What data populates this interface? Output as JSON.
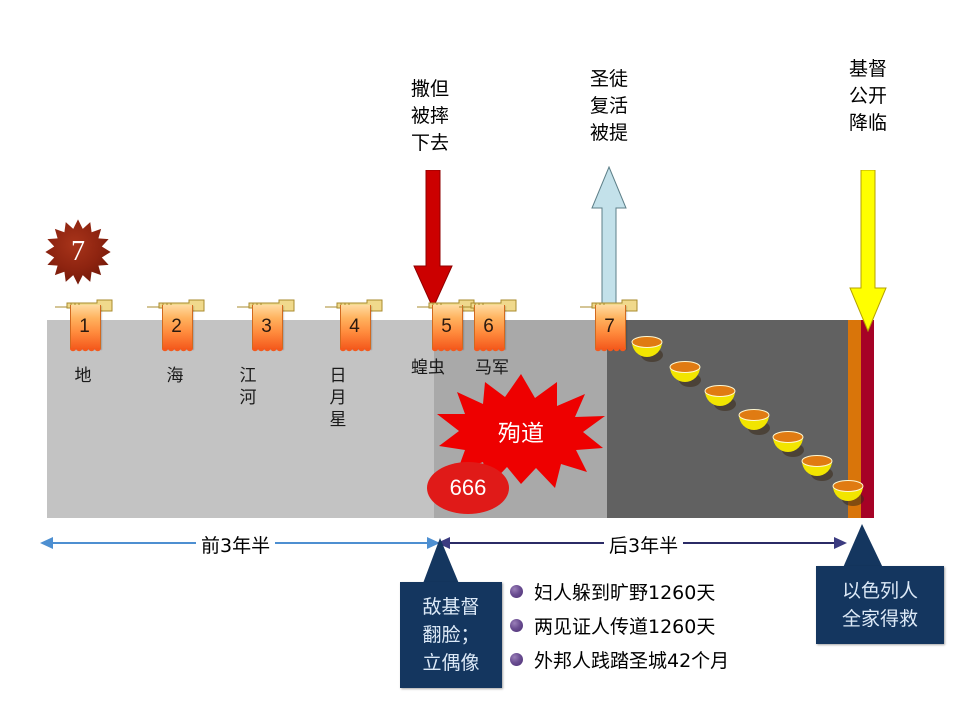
{
  "diagram": {
    "title_hidden": "",
    "burst7": {
      "label": "7"
    },
    "top_callouts": [
      {
        "name": "satan-cast-down",
        "lines": [
          "撒但",
          "被摔",
          "下去"
        ]
      },
      {
        "name": "saints-resurrection-rapture",
        "lines": [
          "圣徒",
          "复活",
          "被提"
        ]
      },
      {
        "name": "christ-public-coming",
        "lines": [
          "基督",
          "公开",
          "降临"
        ]
      }
    ],
    "trumpets": [
      {
        "num": "1",
        "label": "地"
      },
      {
        "num": "2",
        "label": "海"
      },
      {
        "num": "3",
        "label": "江河"
      },
      {
        "num": "4",
        "label": "日月星"
      },
      {
        "num": "5",
        "label": "蝗虫"
      },
      {
        "num": "6",
        "label": "马军"
      },
      {
        "num": "7",
        "label": ""
      }
    ],
    "martyr_burst": {
      "label": "殉道"
    },
    "beast_mark": {
      "label": "666"
    },
    "bowls_count": 7,
    "measures": [
      {
        "name": "first-half",
        "label": "前3年半"
      },
      {
        "name": "second-half",
        "label": "后3年半"
      }
    ],
    "boxes": [
      {
        "name": "antichrist",
        "lines": [
          "敌基督",
          "翻脸；",
          "立偶像"
        ]
      },
      {
        "name": "israel-saved",
        "lines": [
          "以色列人",
          "全家得救"
        ]
      }
    ],
    "bullets": [
      "妇人躲到旷野1260天",
      "两见证人传道1260天",
      "外邦人践踏圣城42个月"
    ],
    "colors": {
      "panel_light": "#c3c3c3",
      "panel_mid": "#a9a9a9",
      "panel_dark": "#616161",
      "stripe_orange": "#d9750a",
      "stripe_crimson": "#a60226",
      "red_arrow": "#cc0000",
      "blue_arrow": "#c3e1ea",
      "yellow_arrow": "#ffff00",
      "navy_box": "#14365f",
      "measure_blue": "#4d8fd1",
      "measure_navy": "#2b2b66",
      "burst_red": "#e01a18",
      "burst7_red": "#8e2410"
    }
  }
}
